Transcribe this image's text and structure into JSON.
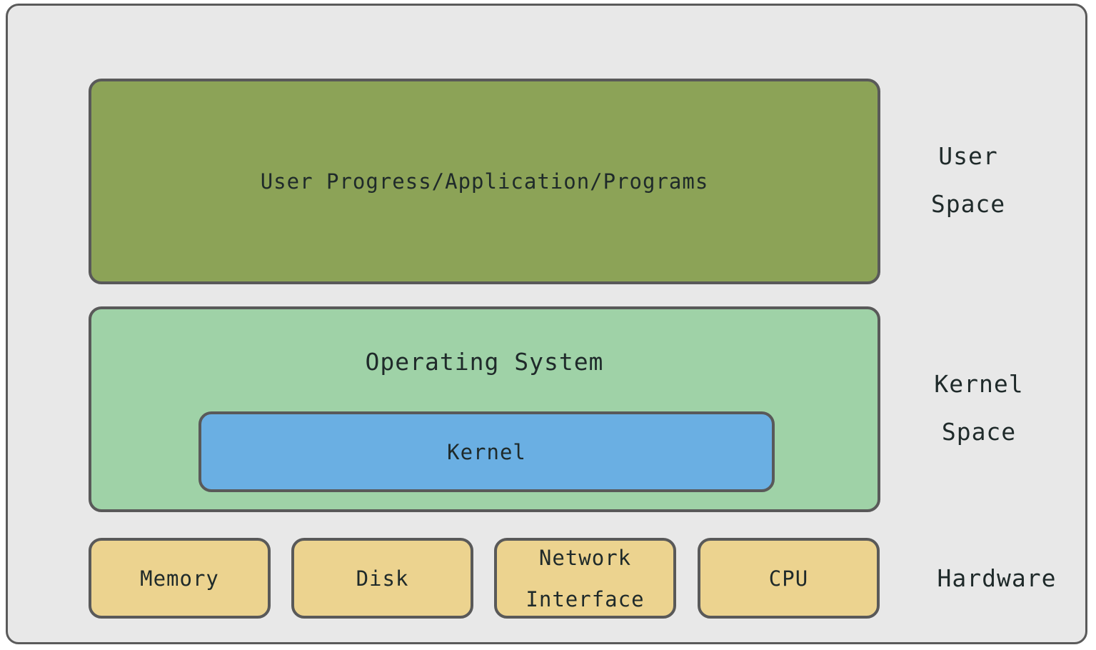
{
  "layers": {
    "user_box": {
      "label": "User Progress/Application/Programs"
    },
    "os_box": {
      "label": "Operating System",
      "kernel_label": "Kernel"
    },
    "hardware": [
      {
        "label": "Memory"
      },
      {
        "label": "Disk"
      },
      {
        "label": "Network Interface"
      },
      {
        "label": "CPU"
      }
    ]
  },
  "side_labels": {
    "user_space": "User Space",
    "kernel_space": "Kernel Space",
    "hardware": "Hardware"
  },
  "colors": {
    "user_box": "#8ca357",
    "os_box": "#9fd2a7",
    "kernel_box": "#6aafe3",
    "hardware_box": "#ecd38f",
    "background": "#e8e8e8",
    "border": "#595959"
  }
}
